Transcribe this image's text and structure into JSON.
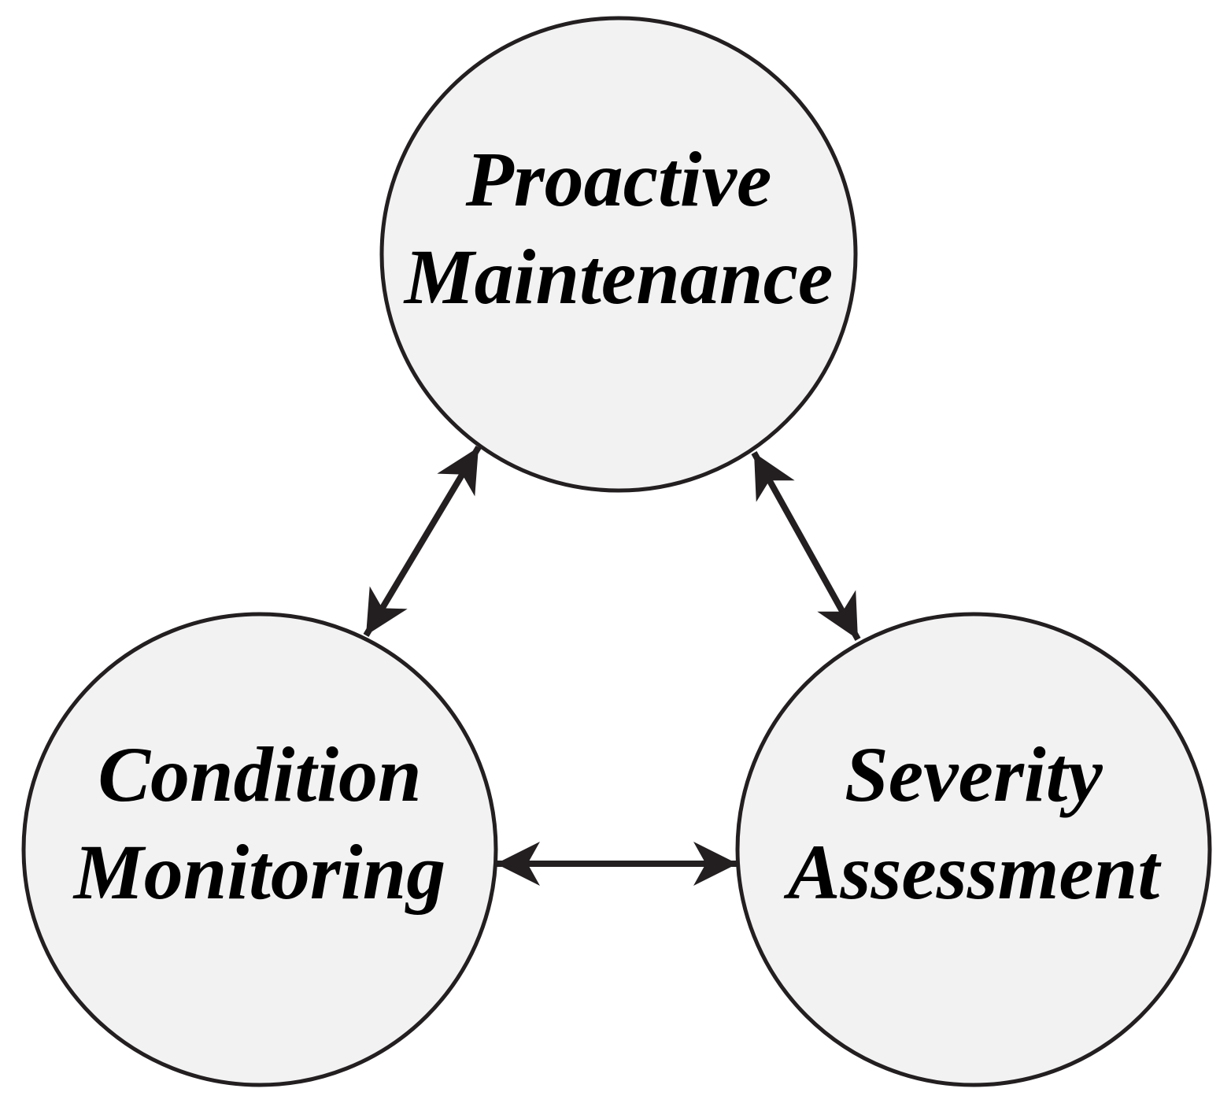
{
  "colors": {
    "background": "#ffffff",
    "node_fill": "#f2f2f2",
    "node_stroke": "#231f20",
    "arrow": "#231f20",
    "text": "#000000"
  },
  "nodes": {
    "proactive_maintenance": {
      "line1": "Proactive",
      "line2": "Maintenance"
    },
    "condition_monitoring": {
      "line1": "Condition",
      "line2": "Monitoring"
    },
    "severity_assessment": {
      "line1": "Severity",
      "line2": "Assessment"
    }
  },
  "edges": {
    "maintenance_monitoring": {
      "direction": "bidirectional"
    },
    "maintenance_assessment": {
      "direction": "bidirectional"
    },
    "monitoring_assessment": {
      "direction": "bidirectional"
    }
  }
}
